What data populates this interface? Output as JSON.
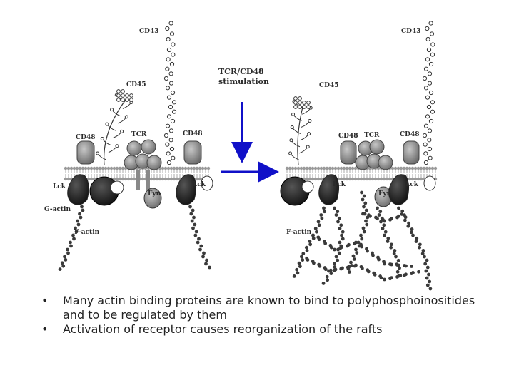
{
  "labels": {
    "left": {
      "cd43": "CD43",
      "cd45": "CD45",
      "cd48": "CD48",
      "tcr": "TCR",
      "cd48b": "CD48",
      "lck_l": "Lck",
      "lck_r": "Lck",
      "fyn": "Fyn",
      "gactin": "G-actin",
      "factin": "F-actin"
    },
    "right": {
      "cd43": "CD43",
      "cd45": "CD45",
      "cd48": "CD48",
      "tcr": "TCR",
      "cd48b": "CD48",
      "lck_l": "Lck",
      "lck_r": "Lck",
      "fyn": "Fyn",
      "factin": "F-actin"
    },
    "stimulation_line1": "TCR/CD48",
    "stimulation_line2": "stimulation"
  },
  "colors": {
    "arrow": "#1010c8",
    "membrane": "#9a9a9a",
    "actin": "#3a3a3a",
    "protein": "#8c8c8c"
  },
  "bullets": [
    "Many actin binding proteins are known to bind to polyphosphoinositides and to be regulated by them",
    "Activation of receptor causes reorganization of the rafts"
  ]
}
